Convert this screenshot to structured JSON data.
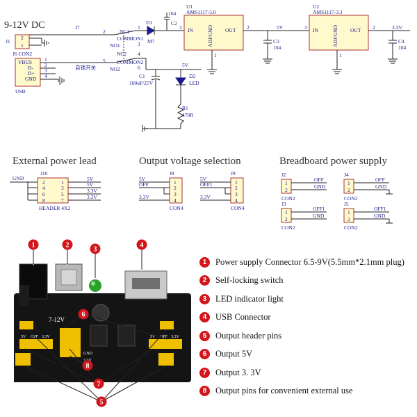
{
  "schematic": {
    "input_label": "9-12V DC",
    "j1": "J1",
    "j1_pins": [
      "2",
      "1"
    ],
    "j7": "J7",
    "j6": "J6 CON2",
    "usb_pins": [
      "VBUS",
      "D-",
      "D+",
      "GND"
    ],
    "usb_pin_nums": [
      "1",
      "2",
      "3",
      "4"
    ],
    "usb_label": "USB",
    "switch_top": [
      "NC1",
      "COMMON1",
      "NO1"
    ],
    "switch_bottom": [
      "NC2",
      "COMMON2",
      "NO2"
    ],
    "switch_nums": [
      "2",
      "1",
      "3",
      "4",
      "5",
      "6"
    ],
    "switch_label": "自锁开关",
    "d1": "D1",
    "d1_part": "M7",
    "c2": "C2",
    "c2_val": "104",
    "u1": "U1",
    "u1_part": "AMS1117-5.0",
    "u2": "U2",
    "u2_part": "AMS1117-3.3",
    "reg_in": "IN",
    "reg_out": "OUT",
    "reg_gnd": "ADJ/GND",
    "reg_pins": [
      "3",
      "2",
      "1"
    ],
    "v5": "5V",
    "v33": "3.3V",
    "c3": "C3",
    "c3_val": "104",
    "c4": "C4",
    "c4_val": "104",
    "c1": "C1",
    "c1_val": "100uF/25V",
    "d2": "D2",
    "d2_part": "LED",
    "r1": "R1",
    "r1_val": "470R",
    "led_supply": "5V"
  },
  "sections": {
    "external": "External power lead",
    "output_sel": "Output voltage selection",
    "breadboard": "Breadboard power supply"
  },
  "header": {
    "ref": "J10",
    "name": "HEADER 4X2",
    "gnd": "GND",
    "left_nums": [
      "2",
      "4",
      "6",
      "8"
    ],
    "right_nums": [
      "1",
      "3",
      "5",
      "7"
    ],
    "right_labels": [
      "5V",
      "5V",
      "3.3V",
      "3.3V"
    ]
  },
  "j8": {
    "ref": "J8",
    "name": "CON4",
    "nums": [
      "1",
      "2",
      "3",
      "4"
    ],
    "labels": [
      "5V",
      "OFF",
      "",
      "3.3V"
    ]
  },
  "j9": {
    "ref": "J9",
    "name": "CON4",
    "nums": [
      "1",
      "2",
      "3",
      "4"
    ],
    "labels": [
      "5V",
      "OFF1",
      "",
      "3.3V"
    ]
  },
  "small_cons": [
    {
      "ref": "J2",
      "name": "CON2",
      "labels": [
        "OFF",
        "GND"
      ]
    },
    {
      "ref": "J4",
      "name": "CON2",
      "labels": [
        "OFF",
        "GND"
      ]
    },
    {
      "ref": "J3",
      "name": "CON2",
      "labels": [
        "OFF1",
        "GND"
      ]
    },
    {
      "ref": "J5",
      "name": "CON2",
      "labels": [
        "OFF1",
        "GND"
      ]
    }
  ],
  "board": {
    "voltage_text": "7-12V",
    "labels": [
      "5V",
      "OFF",
      "3.3V",
      "5V",
      "OFF",
      "3.3V",
      "GND",
      "3.3V",
      "5V"
    ]
  },
  "legend": [
    {
      "num": "1",
      "text": "Power supply Connector 6.5-9V(5.5mm*2.1mm plug)"
    },
    {
      "num": "2",
      "text": "Self-locking switch"
    },
    {
      "num": "3",
      "text": "LED indicator light"
    },
    {
      "num": "4",
      "text": "USB Connector"
    },
    {
      "num": "5",
      "text": "Output header pins"
    },
    {
      "num": "6",
      "text": "Output 5V"
    },
    {
      "num": "7",
      "text": "Output 3. 3V"
    },
    {
      "num": "8",
      "text": "Output pins for convenient external use"
    }
  ],
  "colors": {
    "accent": "#d3161b",
    "board": "#111111",
    "wire": "#1a1a8c",
    "part_fill": "#fff9cc"
  }
}
